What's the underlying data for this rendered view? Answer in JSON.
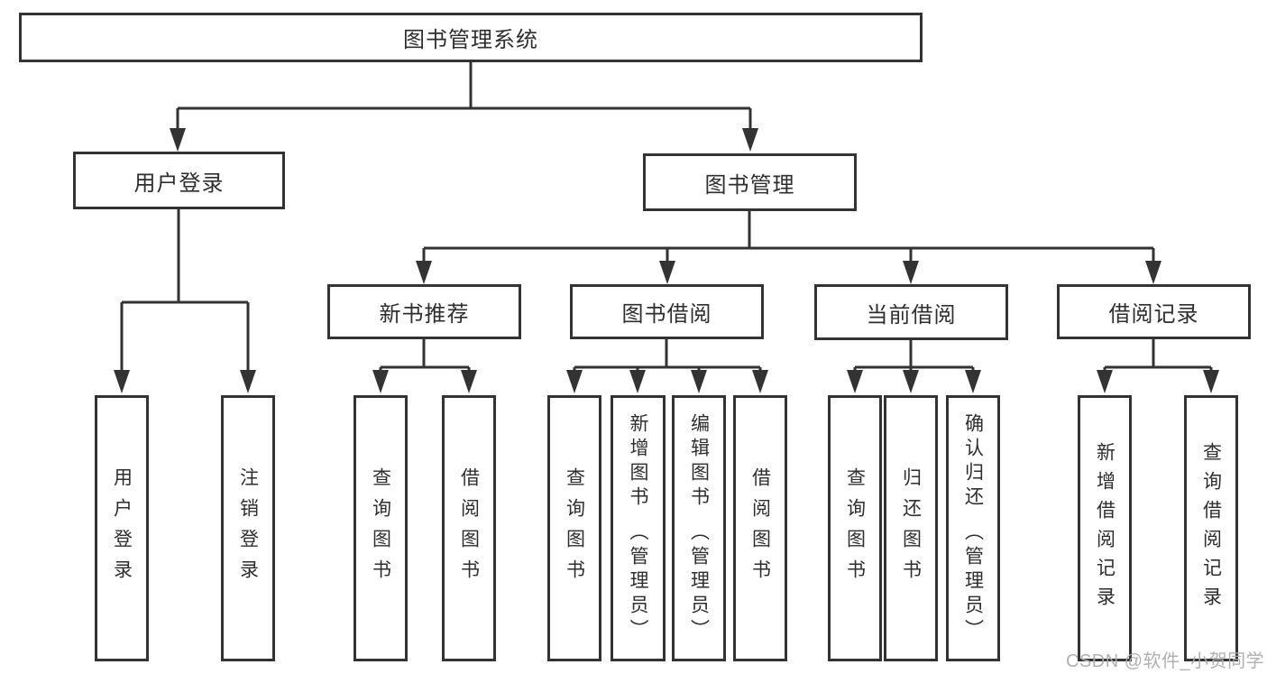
{
  "tree": {
    "root": "图书管理系统",
    "children": [
      {
        "label": "用户登录",
        "children": [
          "用户登录",
          "注销登录"
        ]
      },
      {
        "label": "图书管理",
        "children": [
          {
            "label": "新书推荐",
            "children": [
              "查询图书",
              "借阅图书"
            ]
          },
          {
            "label": "图书借阅",
            "children": [
              "查询图书",
              "新增图书 （管理员）",
              "编辑图书 （管理员）",
              "借阅图书"
            ]
          },
          {
            "label": "当前借阅",
            "children": [
              "查询图书",
              "归还图书",
              "确认归还 （管理员）"
            ]
          },
          {
            "label": "借阅记录",
            "children": [
              "新增借阅记录",
              "查询借阅记录"
            ]
          }
        ]
      }
    ]
  },
  "watermark": "CSDN @软件_小贺同学",
  "colors": {
    "line": "#333333",
    "text": "#2e2e2e",
    "watermark": "#acacac",
    "background": "#ffffff"
  }
}
